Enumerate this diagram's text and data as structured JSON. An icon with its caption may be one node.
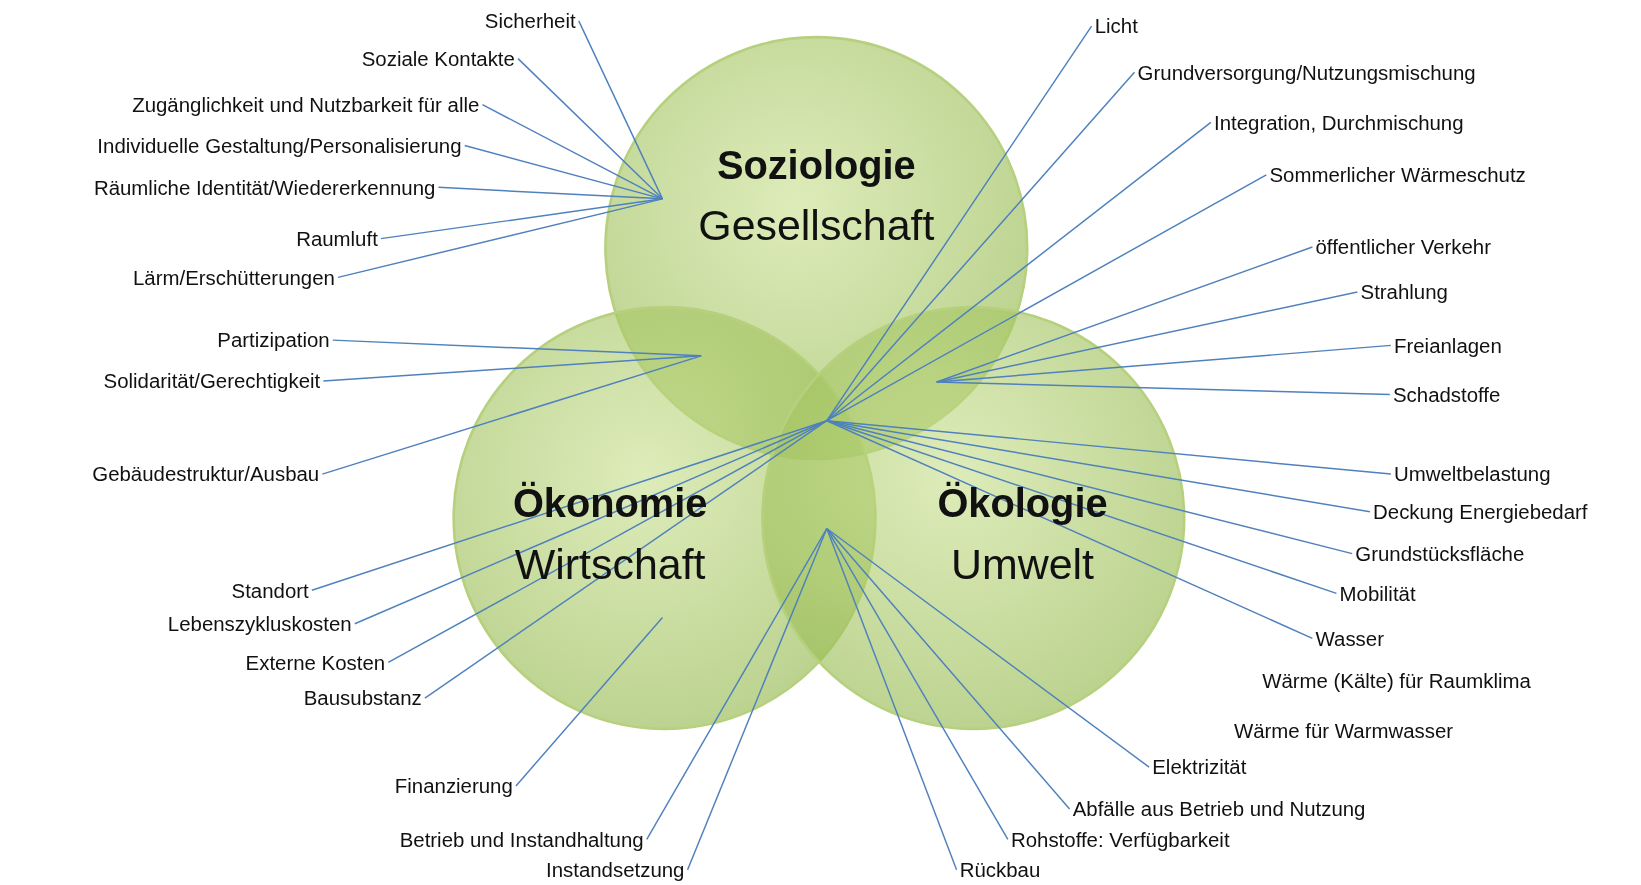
{
  "diagram": {
    "nodes": [
      {
        "text": [
          "Soziologie",
          "Gesellschaft"
        ]
      },
      {
        "text": [
          "Ökonomie",
          "Wirtschaft"
        ]
      },
      {
        "text": [
          "Ökologie",
          "Umwelt"
        ]
      },
      {
        "text": [
          "Sicherheit"
        ]
      },
      {
        "text": [
          "Soziale Kontakte"
        ]
      },
      {
        "text": [
          "Zugänglichkeit und Nutzbarkeit für alle"
        ]
      },
      {
        "text": [
          "Individuelle Gestaltung/Personalisierung"
        ]
      },
      {
        "text": [
          "Räumliche Identität/Wiedererkennung"
        ]
      },
      {
        "text": [
          "Raumluft"
        ]
      },
      {
        "text": [
          "Lärm/Erschütterungen"
        ]
      },
      {
        "text": [
          "Partizipation"
        ]
      },
      {
        "text": [
          "Solidarität/Gerechtigkeit"
        ]
      },
      {
        "text": [
          "Gebäudestruktur/Ausbau"
        ]
      },
      {
        "text": [
          "Standort"
        ]
      },
      {
        "text": [
          "Lebenszykluskosten"
        ]
      },
      {
        "text": [
          "Externe Kosten"
        ]
      },
      {
        "text": [
          "Bausubstanz"
        ]
      },
      {
        "text": [
          "Finanzierung"
        ]
      },
      {
        "text": [
          "Betrieb und Instandhaltung"
        ]
      },
      {
        "text": [
          "Instandsetzung"
        ]
      },
      {
        "text": [
          "Licht"
        ]
      },
      {
        "text": [
          "Grundversorgung/Nutzungsmischung"
        ]
      },
      {
        "text": [
          "Integration, Durchmischung"
        ]
      },
      {
        "text": [
          "Sommerlicher Wärmeschutz"
        ]
      },
      {
        "text": [
          "öffentlicher Verkehr"
        ]
      },
      {
        "text": [
          "Strahlung"
        ]
      },
      {
        "text": [
          "Freianlagen"
        ]
      },
      {
        "text": [
          "Schadstoffe"
        ]
      },
      {
        "text": [
          "Umweltbelastung"
        ]
      },
      {
        "text": [
          "Deckung Energiebedarf"
        ]
      },
      {
        "text": [
          "Grundstücksfläche"
        ]
      },
      {
        "text": [
          "Mobilität"
        ]
      },
      {
        "text": [
          "Wasser"
        ]
      },
      {
        "text": [
          "Elektrizität"
        ]
      },
      {
        "text": [
          "Abfälle aus Betrieb und Nutzung"
        ]
      },
      {
        "text": [
          "Rohstoffe: Verfügbarkeit"
        ]
      },
      {
        "text": [
          "Rückbau"
        ]
      }
    ],
    "edges": [
      {
        "from": 3,
        "to": 0,
        "arrow": "none"
      },
      {
        "from": 4,
        "to": 0,
        "arrow": "none"
      },
      {
        "from": 5,
        "to": 0,
        "arrow": "none"
      },
      {
        "from": 6,
        "to": 0,
        "arrow": "none"
      },
      {
        "from": 7,
        "to": 0,
        "arrow": "none"
      },
      {
        "from": 8,
        "to": 0,
        "arrow": "none"
      },
      {
        "from": 9,
        "to": 0,
        "arrow": "none"
      },
      {
        "from": 10,
        "to": 0,
        "arrow": "none"
      },
      {
        "from": 11,
        "to": 0,
        "arrow": "none"
      },
      {
        "from": 12,
        "to": 0,
        "arrow": "none"
      },
      {
        "from": 13,
        "to": 0,
        "arrow": "none"
      },
      {
        "from": 14,
        "to": 0,
        "arrow": "none"
      },
      {
        "from": 15,
        "to": 0,
        "arrow": "none"
      },
      {
        "from": 16,
        "to": 0,
        "arrow": "none"
      },
      {
        "from": 17,
        "to": 1,
        "arrow": "none"
      },
      {
        "from": 18,
        "to": 1,
        "arrow": "none"
      },
      {
        "from": 19,
        "to": 1,
        "arrow": "none"
      },
      {
        "from": 20,
        "to": 0,
        "arrow": "none"
      },
      {
        "from": 21,
        "to": 0,
        "arrow": "none"
      },
      {
        "from": 22,
        "to": 0,
        "arrow": "none"
      },
      {
        "from": 23,
        "to": 0,
        "arrow": "none"
      },
      {
        "from": 24,
        "to": 0,
        "arrow": "none"
      },
      {
        "from": 25,
        "to": 0,
        "arrow": "none"
      },
      {
        "from": 26,
        "to": 0,
        "arrow": "none"
      },
      {
        "from": 27,
        "to": 0,
        "arrow": "none"
      },
      {
        "from": 28,
        "to": 0,
        "arrow": "none"
      },
      {
        "from": 29,
        "to": 0,
        "arrow": "none"
      },
      {
        "from": 30,
        "to": 0,
        "arrow": "none"
      },
      {
        "from": 31,
        "to": 0,
        "arrow": "none"
      },
      {
        "from": 32,
        "to": 0,
        "arrow": "none"
      },
      {
        "from": 33,
        "to": 1,
        "arrow": "none"
      },
      {
        "from": 34,
        "to": 1,
        "arrow": "none"
      },
      {
        "from": 35,
        "to": 1,
        "arrow": "none"
      },
      {
        "from": 36,
        "to": 1,
        "arrow": "none"
      }
    ],
    "labels": [
      "Wärme (Kälte) für Raumklima",
      "Wärme für Warmwasser"
    ]
  }
}
